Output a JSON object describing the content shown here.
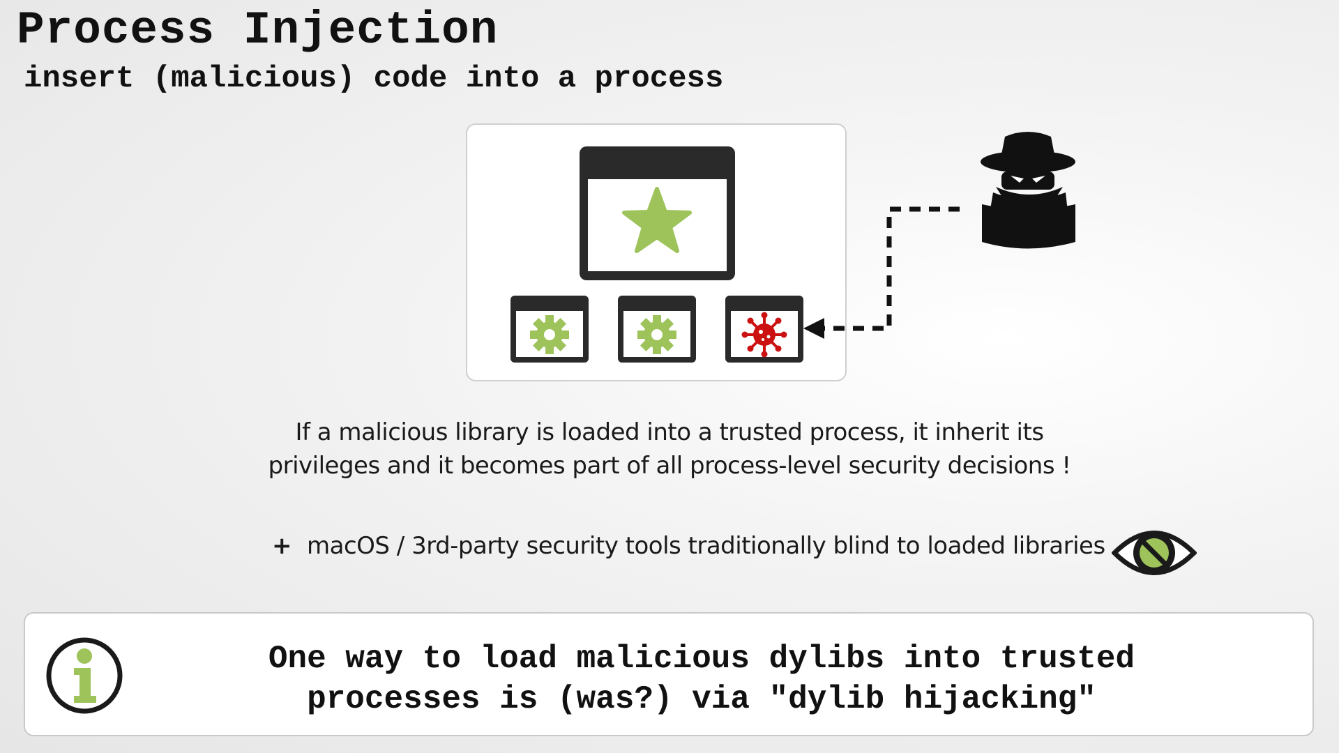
{
  "slide": {
    "title": "Process Injection",
    "subtitle": "insert (malicious) code into a process"
  },
  "diagram": {
    "nodes": [
      {
        "name": "trusted-process",
        "icon": "star-icon",
        "color": "#9dc35a"
      },
      {
        "name": "library-1",
        "icon": "gear-icon",
        "color": "#9dc35a"
      },
      {
        "name": "library-2",
        "icon": "gear-icon",
        "color": "#9dc35a"
      },
      {
        "name": "malicious-library",
        "icon": "virus-icon",
        "color": "#cc1111"
      }
    ],
    "actor": {
      "name": "attacker",
      "icon": "spy-icon",
      "color": "#111111"
    },
    "arrow": {
      "style": "dashed",
      "from": "attacker",
      "to": "malicious-library"
    }
  },
  "caption": {
    "line1": "If a malicious library is loaded into a trusted process, it inherit its",
    "line2": "privileges and it becomes part of all process-level security decisions !"
  },
  "note": {
    "bullet": "+",
    "text": "macOS / 3rd-party security tools traditionally blind to loaded libraries",
    "icon": "blind-eye-icon"
  },
  "info": {
    "icon": "info-icon",
    "line1": "One way to load malicious dylibs into trusted",
    "line2": "processes is (was?) via \"dylib hijacking\""
  },
  "colors": {
    "accent_green": "#9dc35a",
    "malware_red": "#cc1111",
    "dark": "#2a2a2a"
  }
}
